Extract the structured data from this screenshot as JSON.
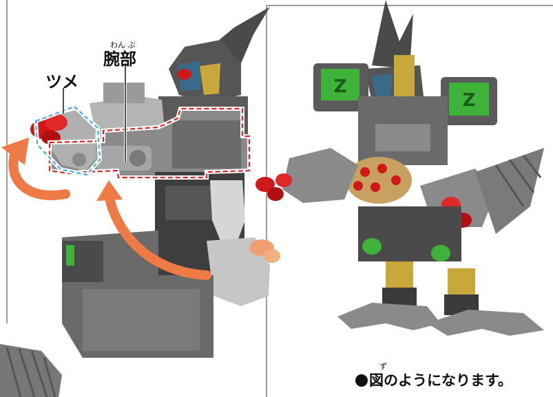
{
  "labels": {
    "claw": "ツメ",
    "arm": "腕部",
    "arm_ruby": "わん ぶ",
    "caption": "図のようになります。",
    "caption_ruby": "ず"
  },
  "colors": {
    "arrow": "#ee7a46",
    "highlight_red": "#e02020",
    "highlight_blue": "#3fa9e0",
    "panel_border": "#7a7a7a",
    "robot_dark": "#4a4a4a",
    "robot_mid": "#8a8a8a",
    "robot_light": "#b4b4b4",
    "accent_red": "#d01818",
    "accent_green": "#3fb23a",
    "accent_gold": "#c8a83a"
  }
}
